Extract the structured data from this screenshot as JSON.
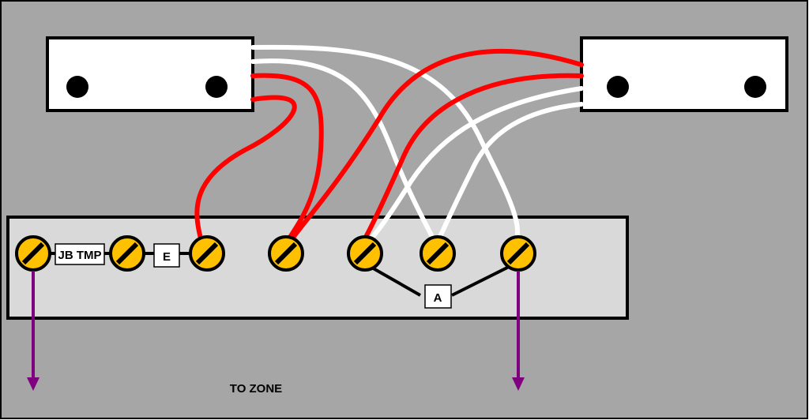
{
  "labels": {
    "jb_tamper": "JB TMP",
    "e_box": "E",
    "a_box": "A",
    "to_zone": "TO ZONE"
  },
  "colors": {
    "background": "#a6a6a6",
    "terminal_strip": "#d9d9d9",
    "device_body": "#ffffff",
    "screw_fill": "#ffc000",
    "red_wire": "#ff0000",
    "white_wire": "#ffffff",
    "zone_arrow": "#7f007f"
  },
  "devices": [
    {
      "id": "left-contact",
      "screw_holes": 2
    },
    {
      "id": "right-contact",
      "screw_holes": 2
    }
  ],
  "terminals": {
    "count": 7
  }
}
